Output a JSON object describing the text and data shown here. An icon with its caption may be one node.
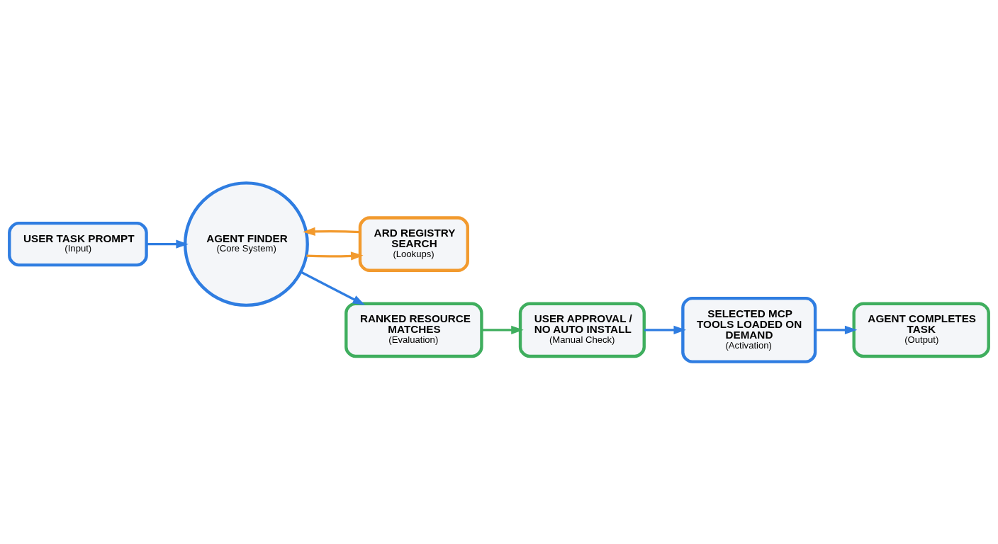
{
  "diagram": {
    "nodes": [
      {
        "text": [
          "USER TASK PROMPT",
          "(Input)"
        ]
      },
      {
        "text": [
          "AGENT FINDER",
          "(Core System)"
        ]
      },
      {
        "text": [
          "ARD REGISTRY SEARCH",
          "(Lookups)"
        ]
      },
      {
        "text": [
          "RANKED RESOURCE MATCHES",
          "(Evaluation)"
        ]
      },
      {
        "text": [
          "USER APPROVAL / NO AUTO INSTALL",
          "(Manual Check)"
        ]
      },
      {
        "text": [
          "SELECTED MCP TOOLS LOADED ON DEMAND",
          "(Activation)"
        ]
      },
      {
        "text": [
          "AGENT COMPLETES TASK",
          "(Output)"
        ]
      }
    ],
    "edges": [
      {
        "from": 0,
        "to": 1,
        "arrow": "to"
      },
      {
        "from": 1,
        "to": 2,
        "arrow": "to",
        "color": "#f29a2e"
      },
      {
        "from": 2,
        "to": 1,
        "arrow": "to",
        "color": "#f29a2e"
      },
      {
        "from": 1,
        "to": 3,
        "arrow": "to"
      },
      {
        "from": 3,
        "to": 4,
        "arrow": "to",
        "color": "#3fae5e"
      },
      {
        "from": 4,
        "to": 5,
        "arrow": "to"
      },
      {
        "from": 5,
        "to": 6,
        "arrow": "to"
      }
    ]
  }
}
